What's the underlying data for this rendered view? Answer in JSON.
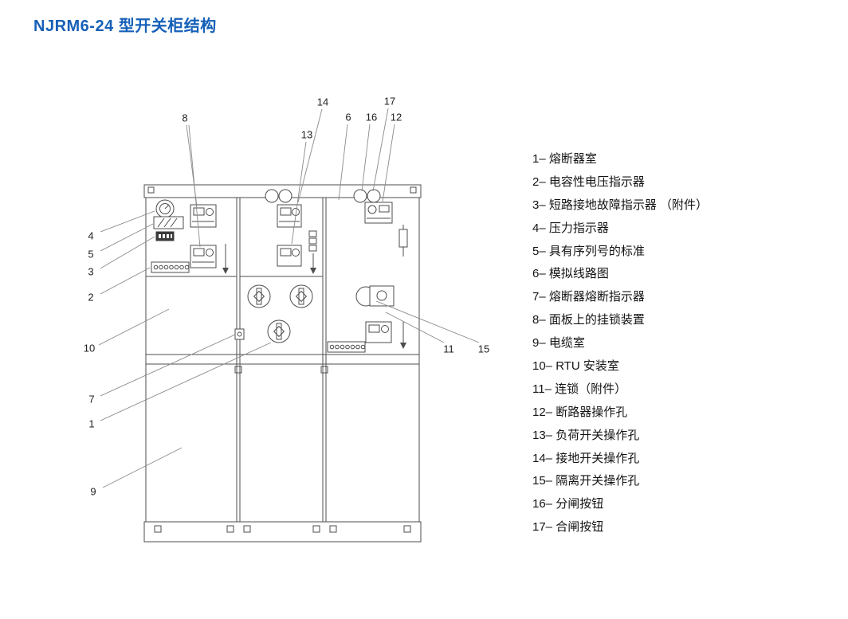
{
  "title": "NJRM6-24 型开关柜结构",
  "legend": {
    "items": [
      "1– 熔断器室",
      "2– 电容性电压指示器",
      "3– 短路接地故障指示器 （附件）",
      "4– 压力指示器",
      "5– 具有序列号的标准",
      "6– 模拟线路图",
      "7– 熔断器熔断指示器",
      "8– 面板上的挂锁装置",
      "9– 电缆室",
      "10– RTU 安装室",
      "11– 连锁（附件）",
      "12– 断路器操作孔",
      "13– 负荷开关操作孔",
      "14– 接地开关操作孔",
      "15– 隔离开关操作孔",
      "16– 分闸按钮",
      "17– 合闸按钮"
    ]
  },
  "callouts": {
    "labels": [
      "1",
      "2",
      "3",
      "4",
      "5",
      "6",
      "7",
      "8",
      "9",
      "10",
      "11",
      "12",
      "13",
      "14",
      "15",
      "16",
      "17"
    ]
  },
  "colors": {
    "title_blue": "#1660b8",
    "line_gray": "#4d4d4d",
    "text_black": "#141414"
  }
}
